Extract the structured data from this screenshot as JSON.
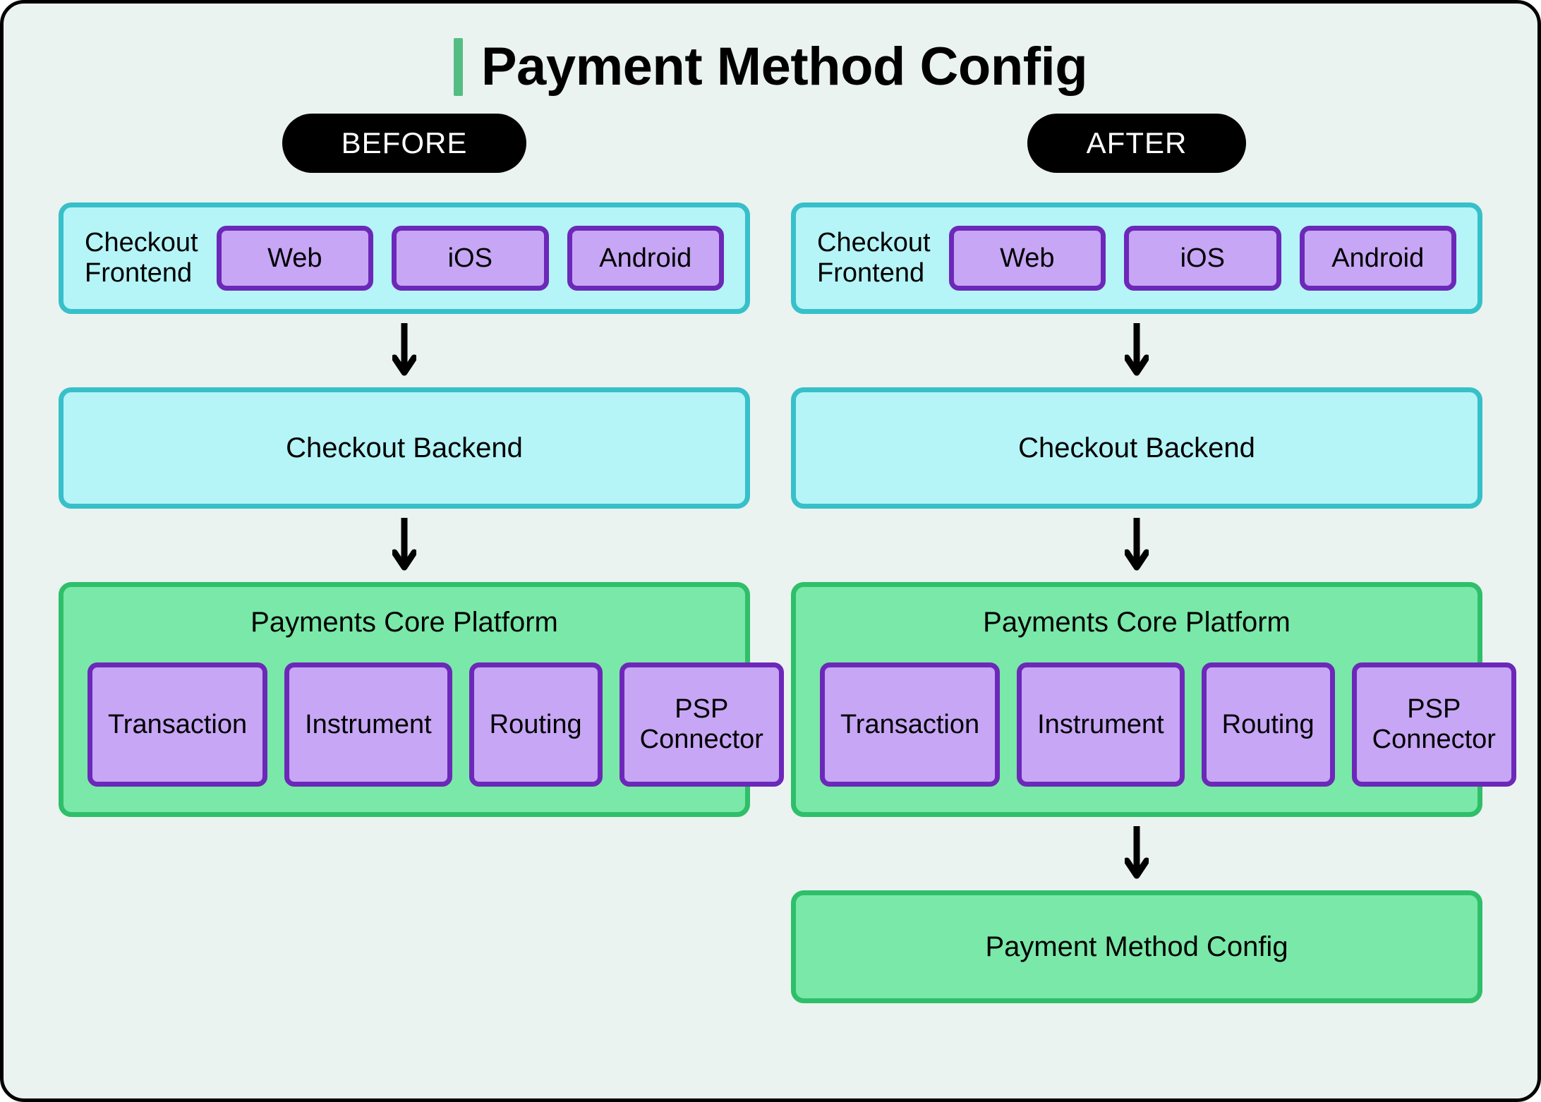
{
  "header": {
    "title": "Payment Method Config",
    "accent_color": "#55bd83"
  },
  "colors": {
    "background": "#eaf3ef",
    "frame_border": "#000000",
    "cyan_fill": "#b5f4f7",
    "cyan_border": "#37c0c9",
    "green_fill": "#7ae8a8",
    "green_border": "#2fbf6a",
    "purple_fill": "#c7a6f5",
    "purple_border": "#6c28b8",
    "badge_fill": "#000000",
    "badge_text": "#ffffff",
    "arrow": "#000000"
  },
  "columns": [
    {
      "badge": "BEFORE",
      "frontend": {
        "label": "Checkout\nFrontend",
        "chips": [
          "Web",
          "iOS",
          "Android"
        ]
      },
      "backend": {
        "label": "Checkout Backend"
      },
      "platform": {
        "title": "Payments Core Platform",
        "modules": [
          "Transaction",
          "Instrument",
          "Routing",
          "PSP\nConnector"
        ]
      },
      "config": null
    },
    {
      "badge": "AFTER",
      "frontend": {
        "label": "Checkout\nFrontend",
        "chips": [
          "Web",
          "iOS",
          "Android"
        ]
      },
      "backend": {
        "label": "Checkout Backend"
      },
      "platform": {
        "title": "Payments Core Platform",
        "modules": [
          "Transaction",
          "Instrument",
          "Routing",
          "PSP\nConnector"
        ]
      },
      "config": {
        "label": "Payment Method Config"
      }
    }
  ],
  "icons": {
    "arrow_down": "arrow-down-icon"
  }
}
